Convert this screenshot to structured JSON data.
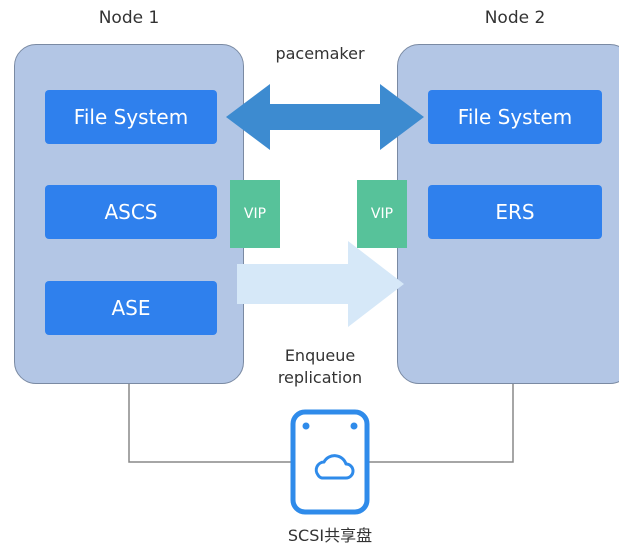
{
  "node1": {
    "title": "Node 1",
    "services": [
      "File System",
      "ASCS",
      "ASE"
    ],
    "vip": "VIP"
  },
  "node2": {
    "title": "Node 2",
    "services": [
      "File System",
      "ERS"
    ],
    "vip": "VIP"
  },
  "links": {
    "pacemaker": "pacemaker",
    "enqueue_line1": "Enqueue",
    "enqueue_line2": "replication"
  },
  "storage": {
    "label": "SCSI共享盘",
    "icon": "cloud-disk-icon"
  },
  "colors": {
    "node_bg": "#b3c6e5",
    "service": "#2f80ed",
    "vip": "#57c29a",
    "pacemaker_arrow": "#3d8bd0",
    "replication_arrow": "#d6e8f8",
    "disk": "#2f8bea"
  }
}
